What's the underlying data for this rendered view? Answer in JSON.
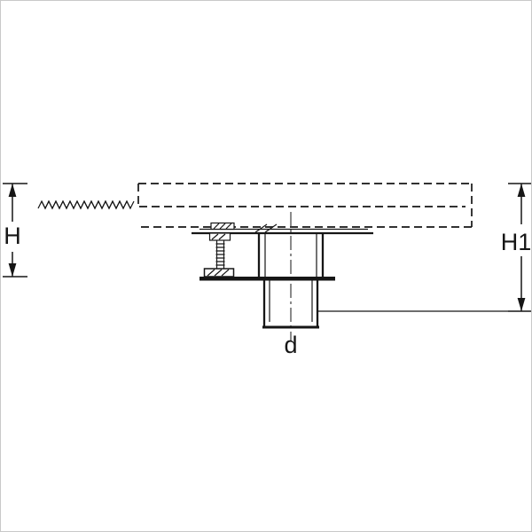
{
  "diagram": {
    "labels": {
      "height_h": "H",
      "height_h1": "H1",
      "diameter_d": "d"
    },
    "colors": {
      "line": "#161616",
      "background": "#ffffff"
    }
  }
}
